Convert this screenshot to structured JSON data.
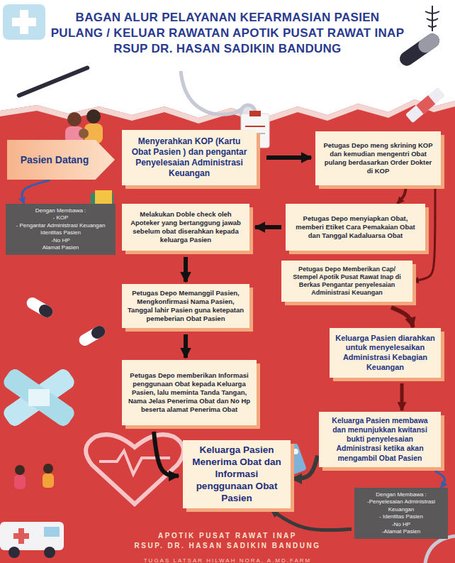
{
  "diagram": {
    "title": "BAGAN ALUR PELAYANAN KEFARMASIAN PASIEN PULANG / KELUAR RAWATAN APOTIK PUSAT RAWAT INAP RSUP DR. HASAN SADIKIN BANDUNG",
    "nodes": [
      {
        "text": [
          "Pasien Datang"
        ]
      },
      {
        "text": [
          "Menyerahkan KOP (Kartu Obat Pasien ) dan pengantar Penyelesaian Administrasi Keuangan"
        ]
      },
      {
        "text": [
          "Petugas Depo meng skrining KOP dan kemudian mengentri Obat pulang berdasarkan Order Dokter di KOP"
        ]
      },
      {
        "text": [
          "Dengan Membawa :",
          "- KOP",
          "- Pengantar Administrasi Keuangan",
          "Identitas Pasien",
          "-No HP",
          "Alamat Pasien"
        ]
      },
      {
        "text": [
          "Petugas Depo menyiapkan Obat, memberi Etiket Cara Pemakaian Obat dan Tanggal Kadaluarsa Obat"
        ]
      },
      {
        "text": [
          "Melakukan Doble check oleh Apoteker yang bertanggung jawab sebelum obat diserahkan kepada keluarga Pasien"
        ]
      },
      {
        "text": [
          "Petugas Depo Memberikan Cap/ Stempel Apotik Pusat Rawat Inap di Berkas Pengantar penyelesaian Administrasi Keuangan"
        ]
      },
      {
        "text": [
          "Petugas Depo Memanggil Pasien, Mengkonfirmasi Nama Pasien, Tanggal lahir Pasien guna ketepatan pemeberian Obat Pasien"
        ]
      },
      {
        "text": [
          "Keluarga Pasien diarahkan untuk menyelesaikan Administrasi Kebagian Keuangan"
        ]
      },
      {
        "text": [
          "Petugas Depo memberikan Informasi penggunaan Obat kepada Keluarga Pasien, lalu meminta Tanda Tangan, Nama Jelas Penerima Obat dan No Hp beserta alamat Penerima Obat"
        ]
      },
      {
        "text": [
          "Keluarga Pasien membawa dan menunjukkan kwitansi bukti penyelesaian Administrasi ketika akan mengambil Obat Pasien"
        ]
      },
      {
        "text": [
          "Keluarga Pasien Menerima Obat dan Informasi penggunaan Obat Pasien"
        ]
      },
      {
        "text": [
          "Dengan Membawa :",
          "-Penyelesaian Administrasi Keuangan",
          "- Identitas Pasien",
          "-No HP",
          "-Alamat Pasien"
        ]
      }
    ],
    "edges": [
      {
        "from": 0,
        "to": 3,
        "arrow": "to"
      },
      {
        "from": 1,
        "to": 2,
        "arrow": "to"
      },
      {
        "from": 2,
        "to": 4,
        "arrow": "to"
      },
      {
        "from": 2,
        "to": 6,
        "arrow": "to"
      },
      {
        "from": 4,
        "to": 5,
        "arrow": "to"
      },
      {
        "from": 5,
        "to": 7,
        "arrow": "to"
      },
      {
        "from": 7,
        "to": 9,
        "arrow": "to"
      },
      {
        "from": 9,
        "to": 11,
        "arrow": "to"
      },
      {
        "from": 6,
        "to": 8,
        "arrow": "to"
      },
      {
        "from": 8,
        "to": 10,
        "arrow": "to"
      },
      {
        "from": 10,
        "to": 11,
        "arrow": "to"
      },
      {
        "from": 10,
        "to": 12,
        "arrow": "to"
      },
      {
        "from": 12,
        "to": 11,
        "arrow": "to"
      }
    ],
    "labels": [
      "APOTIK PUSAT RAWAT INAP",
      "RSUP. DR. HASAN SADIKIN BANDUNG",
      "TUGAS LATSAR HILWAH NORA, A.MD.FARM"
    ]
  }
}
